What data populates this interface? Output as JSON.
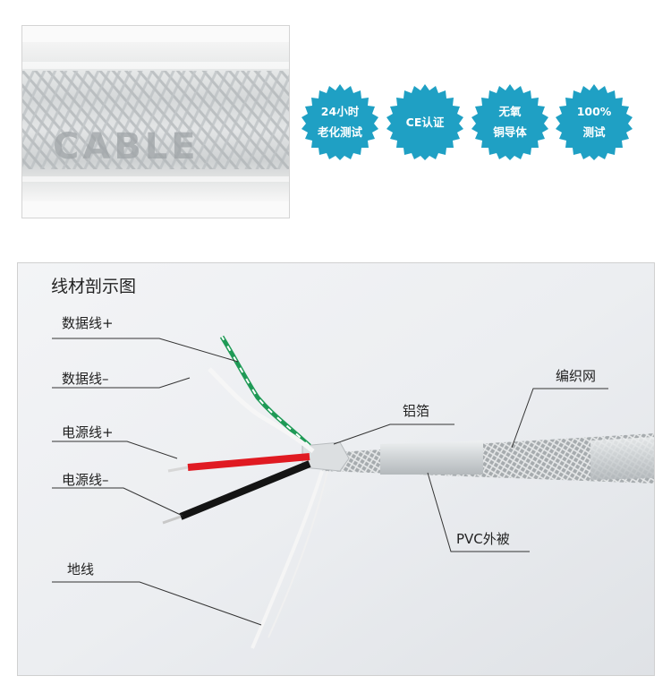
{
  "top_photo": {
    "watermark": "CABLE"
  },
  "badges": [
    {
      "line1": "24小时",
      "line2": "老化测试"
    },
    {
      "line1": "CE认证",
      "line2": ""
    },
    {
      "line1": "无氧",
      "line2": "铜导体"
    },
    {
      "line1": "100%",
      "line2": "测试"
    }
  ],
  "colors": {
    "badge": "#1fa0c4",
    "wire_red": "#e01a22",
    "wire_green": "#1f9a56",
    "wire_black": "#141414"
  },
  "diagram": {
    "title": "线材剖示图",
    "labels": {
      "data_plus": "数据线+",
      "data_minus": "数据线–",
      "power_plus": "电源线+",
      "power_minus": "电源线–",
      "ground": "地线",
      "foil": "铝箔",
      "braid": "编织网",
      "pvc": "PVC外被"
    }
  }
}
